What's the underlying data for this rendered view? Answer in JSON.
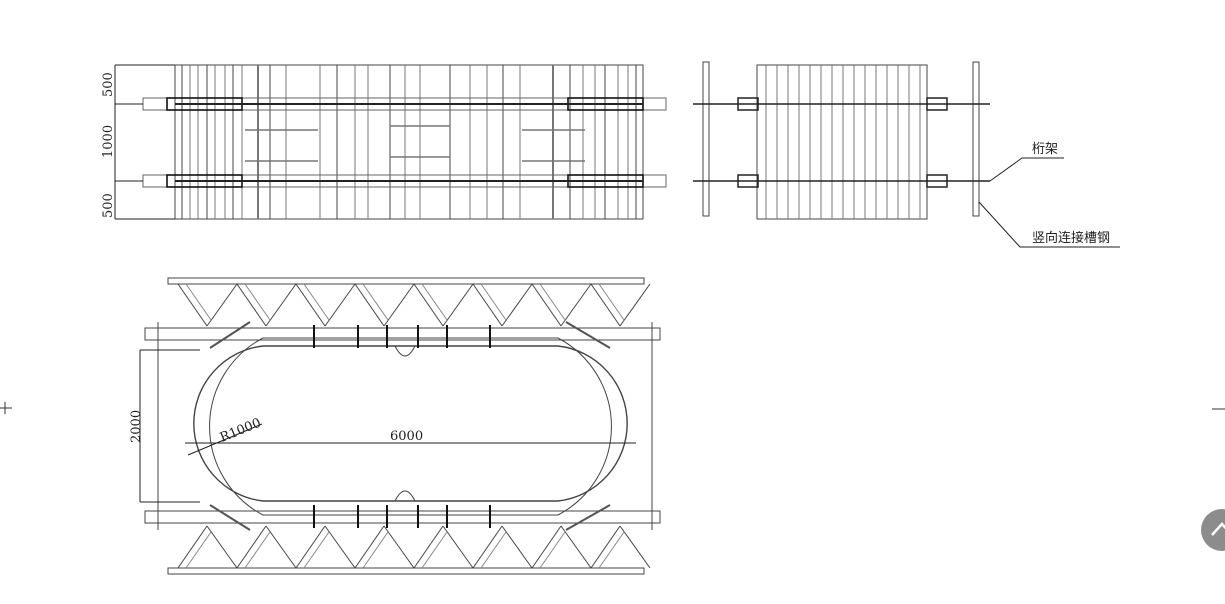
{
  "plan_view": {
    "dims": [
      "500",
      "1000",
      "500"
    ]
  },
  "side_view": {
    "labels": {
      "truss": "桁架",
      "channel": "竖向连接槽钢"
    }
  },
  "section_view": {
    "height_dim": "2000",
    "radius_dim": "R1000",
    "length_dim": "6000"
  },
  "colors": {
    "line": "#333333",
    "light": "#888888",
    "button": "#8c8c8c"
  },
  "ui": {
    "scroll_top_icon": "chevron-up-icon"
  }
}
